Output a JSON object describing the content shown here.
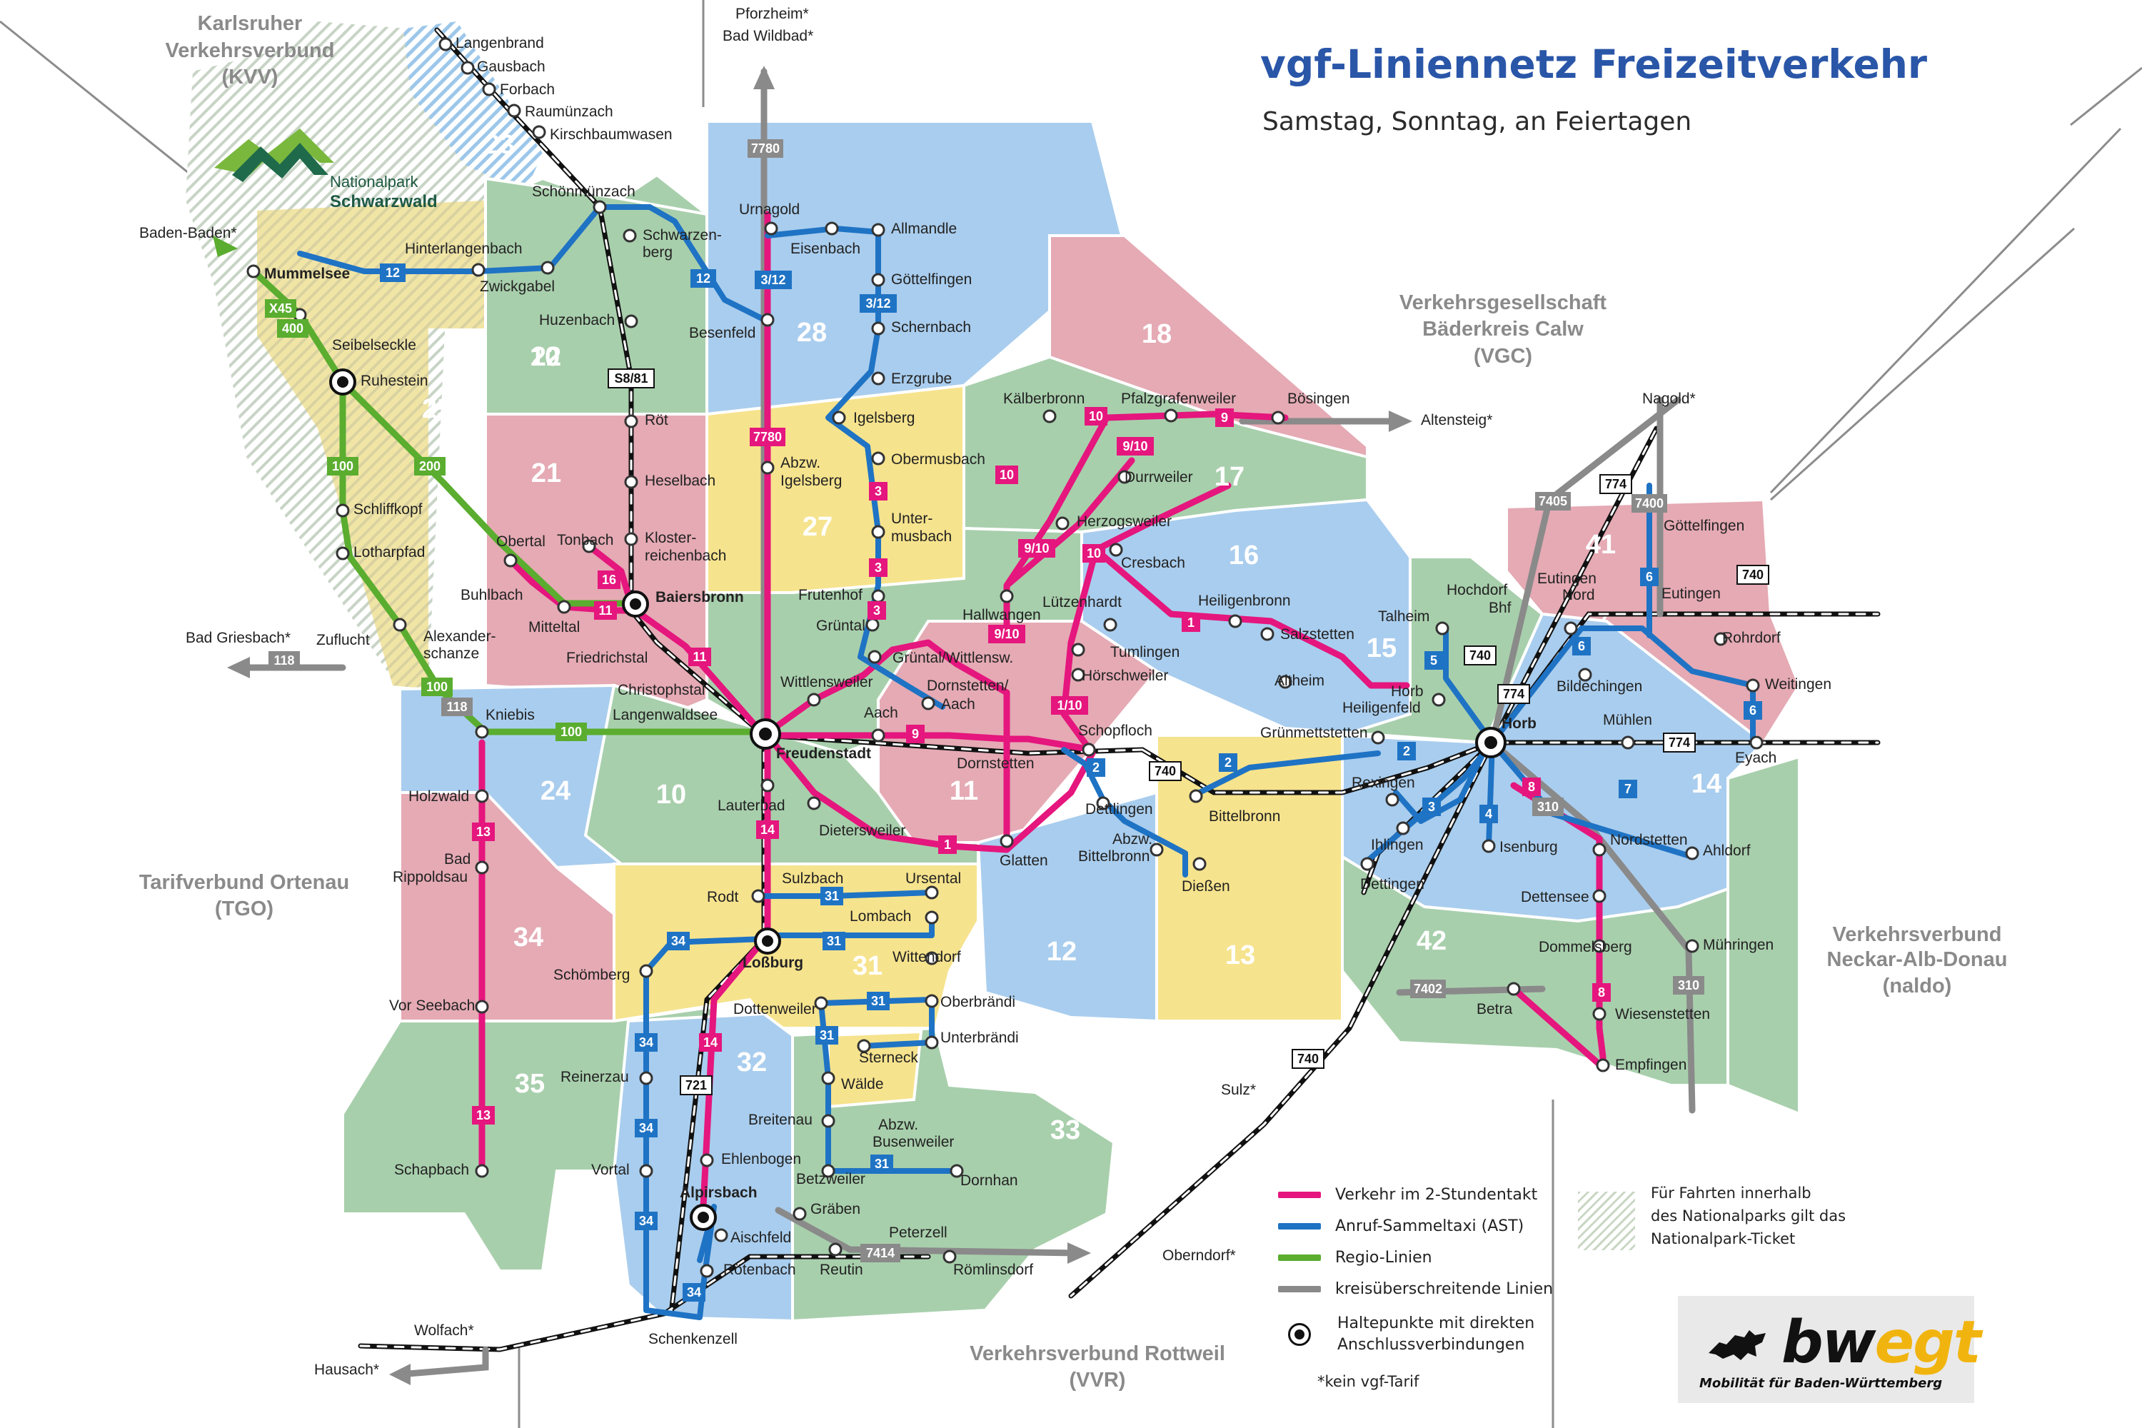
{
  "header": {
    "title": "vgf-Liniennetz Freizeitverkehr",
    "subtitle": "Samstag, Sonntag, an Feiertagen"
  },
  "colors": {
    "pink": "#e5167d",
    "blue": "#1f73c4",
    "green": "#5aad2f",
    "grey": "#8a8a8a",
    "black": "#111111",
    "zone_green": "#a8cfac",
    "zone_blue": "#a9cdee",
    "zone_pink": "#e5aab4",
    "zone_yellow": "#f6e38d",
    "zone_olive": "#f1e6a0",
    "zone_number": "#ffffff"
  },
  "neighbors": [
    {
      "name": "kvv",
      "lines": [
        "Karlsruher",
        "Verkehrsverbund",
        "(KVV)"
      ]
    },
    {
      "name": "vgc",
      "lines": [
        "Verkehrsgesellschaft",
        "Bäderkreis Calw",
        "(VGC)"
      ]
    },
    {
      "name": "tgo",
      "lines": [
        "Tarifverbund Ortenau",
        "(TGO)"
      ]
    },
    {
      "name": "naldo",
      "lines": [
        "Verkehrsverbund",
        "Neckar-Alb-Donau",
        "(naldo)"
      ]
    },
    {
      "name": "vvr",
      "lines": [
        "Verkehrsverbund Rottweil",
        "(VVR)"
      ]
    }
  ],
  "nationalpark": {
    "line1": "Nationalpark",
    "line2": "Schwarzwald"
  },
  "zones": [
    "10",
    "10",
    "11",
    "12",
    "13",
    "14",
    "15",
    "16",
    "17",
    "18",
    "21",
    "22",
    "23",
    "24",
    "25",
    "27",
    "28",
    "31",
    "32",
    "33",
    "34",
    "35",
    "41",
    "42"
  ],
  "stops": [
    "Langenbrand",
    "Gausbach",
    "Forbach",
    "Raumünzach",
    "Kirschbaumwasen",
    "Schönmünzach",
    "Schwarzen-",
    "berg",
    "Hinterlangenbach",
    "Zwickgabel",
    "Huzenbach",
    "Baden-Baden*",
    "Mummelsee",
    "Seibelseckle",
    "Ruhestein",
    "Schliffkopf",
    "Lotharpfad",
    "Röt",
    "Heselbach",
    "Kloster-",
    "reichenbach",
    "Baiersbronn",
    "Obertal",
    "Tonbach",
    "Buhlbach",
    "Mitteltal",
    "Friedrichstal",
    "Bad Griesbach*",
    "Zuflucht",
    "Alexander-",
    "schanze",
    "Christophstal",
    "Kniebis",
    "Langenwaldsee",
    "Freudenstadt",
    "Urnagold",
    "Eisenbach",
    "Allmandle",
    "Göttelfingen",
    "Schernbach",
    "Besenfeld",
    "Erzgrube",
    "Igelsberg",
    "Abzw.",
    "Igelsberg",
    "Obermusbach",
    "Unter-",
    "musbach",
    "Frutenhof",
    "Grüntal",
    "Grüntal/Wittlensw.",
    "Wittlensweiler",
    "Dornstetten/",
    "Aach",
    "Aach",
    "Pforzheim*",
    "Bad Wildbad*",
    "Kälberbronn",
    "Pfalzgrafenweiler",
    "Bösingen",
    "Altensteig*",
    "Durrweiler",
    "Herzogsweiler",
    "Cresbach",
    "Hallwangen",
    "Lützenhardt",
    "Heiligenbronn",
    "Tumlingen",
    "Hörschweiler",
    "Salzstetten",
    "Altheim",
    "Schopfloch",
    "Dornstetten",
    "Grünmettstetten",
    "Horb",
    "Heiligenfeld",
    "Talheim",
    "Hochdorf",
    "Bhf",
    "Nagold*",
    "Göttelfingen",
    "Eutingen",
    "Nord",
    "Eutingen",
    "Rohrdorf",
    "Weitingen",
    "Bildechingen",
    "Horb",
    "Mühlen",
    "Eyach",
    "Holzwald",
    "Bad",
    "Rippoldsau",
    "Lauterbad",
    "Dietersweiler",
    "Glatten",
    "Dettlingen",
    "Abzw.",
    "Bittelbronn",
    "Bittelbronn",
    "Dießen",
    "Rexingen",
    "Ihlingen",
    "Isenburg",
    "Dettingen",
    "Nordstetten",
    "Ahldorf",
    "Dettensee",
    "Dommelsberg",
    "Mühringen",
    "Sulzbach",
    "Ursental",
    "Rodt",
    "Lombach",
    "Loßburg",
    "Wittendorf",
    "Schömberg",
    "Dottenweiler",
    "Oberbrändi",
    "Unterbrändi",
    "Sterneck",
    "Wälde",
    "Vor Seebach",
    "Reinerzau",
    "Breitenau",
    "Abzw.",
    "Busenweiler",
    "Betzweiler",
    "Dornhan",
    "Schapbach",
    "Vortal",
    "Ehlenbogen",
    "Alpirsbach",
    "Gräben",
    "Aischfeld",
    "Peterzell",
    "Reutin",
    "Römlinsdorf",
    "Oberndorf*",
    "Rötenbach",
    "Schenkenzell",
    "Wolfach*",
    "Hausach*",
    "Betra",
    "Wiesenstetten",
    "Empfingen",
    "Sulz*"
  ],
  "line_labels": [
    "12",
    "12",
    "3/12",
    "3/12",
    "X45",
    "400",
    "S8/81",
    "7780",
    "7780",
    "3",
    "3",
    "3",
    "100",
    "200",
    "16",
    "11",
    "11",
    "10",
    "10",
    "9/10",
    "9/10",
    "10",
    "9",
    "10",
    "9/10",
    "1",
    "1/10",
    "9",
    "1",
    "2",
    "2",
    "5",
    "740",
    "740",
    "774",
    "774",
    "7405",
    "7400",
    "6",
    "740",
    "6",
    "6",
    "774",
    "2",
    "3",
    "4",
    "7",
    "8",
    "310",
    "7402",
    "8",
    "310",
    "740",
    "13",
    "13",
    "14",
    "1",
    "118",
    "118",
    "100",
    "100",
    "31",
    "34",
    "31",
    "31",
    "31",
    "31",
    "34",
    "14",
    "721",
    "34",
    "34",
    "7414",
    "34"
  ],
  "legend": {
    "items": [
      {
        "type": "line",
        "color": "#e5167d",
        "label": "Verkehr im 2-Stundentakt"
      },
      {
        "type": "line",
        "color": "#1f73c4",
        "label": "Anruf-Sammeltaxi (AST)"
      },
      {
        "type": "line",
        "color": "#5aad2f",
        "label": "Regio-Linien"
      },
      {
        "type": "line",
        "color": "#8a8a8a",
        "label": "kreisüberschreitende Linien"
      },
      {
        "type": "dot",
        "label1": "Haltepunkte mit direkten",
        "label2": "Anschlussverbindungen"
      }
    ],
    "footnote": "*kein vgf-Tarif"
  },
  "np_note": {
    "line1": "Für Fahrten innerhalb",
    "line2": "des Nationalparks gilt das",
    "line3": "Nationalpark-Ticket"
  },
  "logo": {
    "word_prefix": "bw",
    "word_suffix": "egt",
    "tagline": "Mobilität für Baden-Württemberg"
  }
}
